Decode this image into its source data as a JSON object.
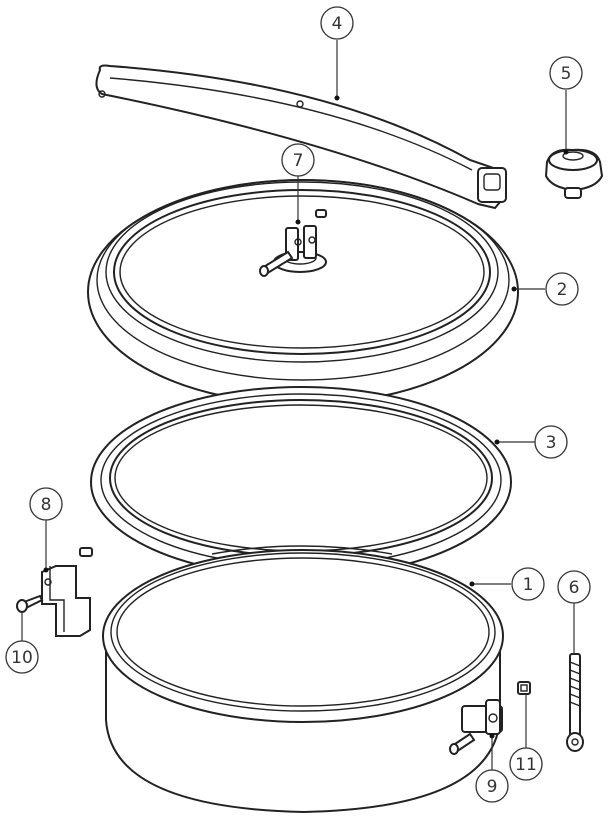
{
  "diagram": {
    "colors": {
      "line": "#222222",
      "background": "#ffffff"
    },
    "callouts": [
      {
        "id": "c1",
        "label": "1"
      },
      {
        "id": "c2",
        "label": "2"
      },
      {
        "id": "c3",
        "label": "3"
      },
      {
        "id": "c4",
        "label": "4"
      },
      {
        "id": "c5",
        "label": "5"
      },
      {
        "id": "c6",
        "label": "6"
      },
      {
        "id": "c7",
        "label": "7"
      },
      {
        "id": "c8",
        "label": "8"
      },
      {
        "id": "c9",
        "label": "9"
      },
      {
        "id": "c10",
        "label": "10"
      },
      {
        "id": "c11",
        "label": "11"
      }
    ]
  }
}
